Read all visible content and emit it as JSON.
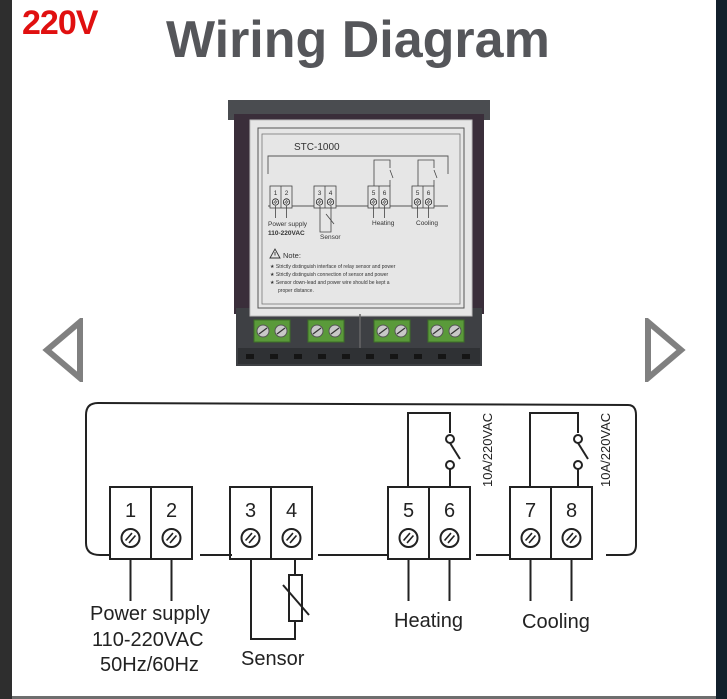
{
  "header": {
    "voltage_label": "220V",
    "title": "Wiring Diagram"
  },
  "colors": {
    "voltage_red": "#e01010",
    "title_gray": "#55565a",
    "nav_gray": "#808080",
    "terminal_green": "#5a9a3a",
    "housing_dark": "#3e4044"
  },
  "navigation": {
    "prev_icon": "triangle-left-outline",
    "next_icon": "triangle-right-outline"
  },
  "device_label": {
    "model": "STC-1000",
    "terminals": [
      "1",
      "2",
      "3",
      "4",
      "5",
      "6",
      "5",
      "6"
    ],
    "power_supply": "Power supply",
    "power_voltage": "110-220VAC",
    "sensor": "Sensor",
    "heating": "Heating",
    "cooling": "Cooling",
    "note_title": "Note:",
    "notes": [
      "Strictly distinguish interface of relay sensor and power",
      "Strictly distinguish connection of sensor and power",
      "Sensor down-lead and power wire should be kept a",
      "proper distance."
    ]
  },
  "schematic": {
    "terminals": [
      "1",
      "2",
      "3",
      "4",
      "5",
      "6",
      "7",
      "8"
    ],
    "relay_rating_heating": "10A/220VAC",
    "relay_rating_cooling": "10A/220VAC",
    "power_supply": "Power supply",
    "power_voltage": "110-220VAC",
    "power_frequency": "50Hz/60Hz",
    "sensor": "Sensor",
    "heating": "Heating",
    "cooling": "Cooling"
  }
}
